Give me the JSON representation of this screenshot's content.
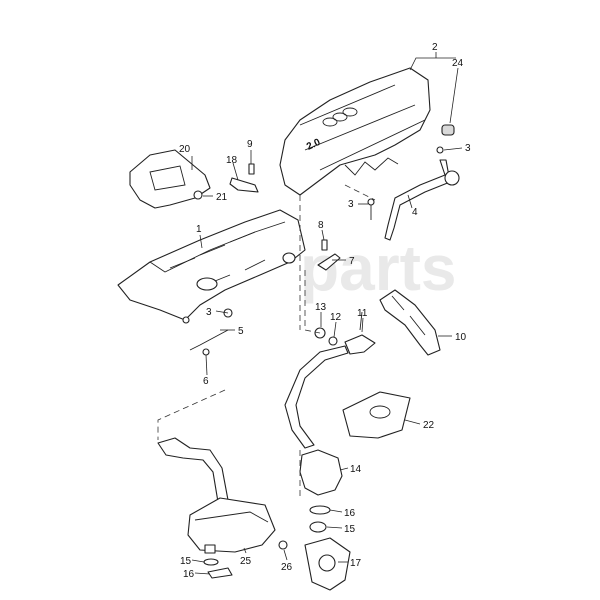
{
  "diagram": {
    "watermark": "parts",
    "cover_badge": "2.0",
    "callouts": [
      {
        "id": "c2",
        "label": "2"
      },
      {
        "id": "c24",
        "label": "24"
      },
      {
        "id": "c3a",
        "label": "3"
      },
      {
        "id": "c3b",
        "label": "3"
      },
      {
        "id": "c4",
        "label": "4"
      },
      {
        "id": "c20",
        "label": "20"
      },
      {
        "id": "c21",
        "label": "21"
      },
      {
        "id": "c18",
        "label": "18"
      },
      {
        "id": "c9",
        "label": "9"
      },
      {
        "id": "c1",
        "label": "1"
      },
      {
        "id": "c8",
        "label": "8"
      },
      {
        "id": "c7",
        "label": "7"
      },
      {
        "id": "c3c",
        "label": "3"
      },
      {
        "id": "c5",
        "label": "5"
      },
      {
        "id": "c6",
        "label": "6"
      },
      {
        "id": "c13",
        "label": "13"
      },
      {
        "id": "c12",
        "label": "12"
      },
      {
        "id": "c11",
        "label": "11"
      },
      {
        "id": "c10",
        "label": "10"
      },
      {
        "id": "c22",
        "label": "22"
      },
      {
        "id": "c14",
        "label": "14"
      },
      {
        "id": "c16a",
        "label": "16"
      },
      {
        "id": "c15a",
        "label": "15"
      },
      {
        "id": "c17",
        "label": "17"
      },
      {
        "id": "c25",
        "label": "25"
      },
      {
        "id": "c26",
        "label": "26"
      },
      {
        "id": "c15b",
        "label": "15"
      },
      {
        "id": "c16b",
        "label": "16"
      }
    ]
  }
}
